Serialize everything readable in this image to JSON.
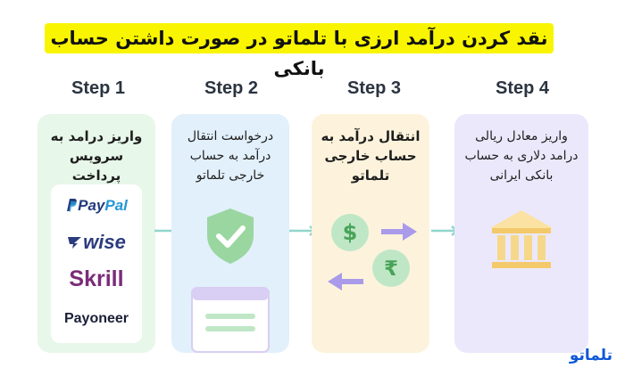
{
  "title": "نقد کردن درآمد ارزی با تلماتو در صورت داشتن حساب بانکی",
  "steps": [
    {
      "label": "Step 1",
      "lines": [
        "واریز درامد به",
        "سرویس پرداخت"
      ]
    },
    {
      "label": "Step 2",
      "lines": [
        "درخواست انتقال",
        "درآمد به حساب",
        "خارجی تلماتو"
      ]
    },
    {
      "label": "Step 3",
      "lines": [
        "انتقال درآمد به",
        "حساب خارجی",
        "تلماتو"
      ]
    },
    {
      "label": "Step 4",
      "lines": [
        "واریز معادل ریالی",
        "درامد دلاری به حساب",
        "بانکی ایرانی"
      ]
    }
  ],
  "payment_services": [
    {
      "pay": "Pay",
      "pal": "Pal"
    },
    {
      "name": "wise"
    },
    {
      "name": "Skrill"
    },
    {
      "name": "Payoneer"
    }
  ],
  "brand": "تلماتو",
  "colors": {
    "title_band": "#f9f500",
    "card1": "#e7f7e9",
    "card2": "#e2f0fb",
    "card3": "#fdf3dc",
    "card4": "#ebe8fb",
    "arrow": "#8fd6cb",
    "paypal_dark": "#233a7c",
    "paypal_light": "#2596d6",
    "wise": "#2b3c7e",
    "skrill": "#7b2c79",
    "payoneer": "#1a1f36",
    "brand": "#0f58d6"
  },
  "icons": [
    "shield-check-icon",
    "form-icon",
    "dollar-coin-icon",
    "rupee-coin-icon",
    "bank-icon"
  ]
}
